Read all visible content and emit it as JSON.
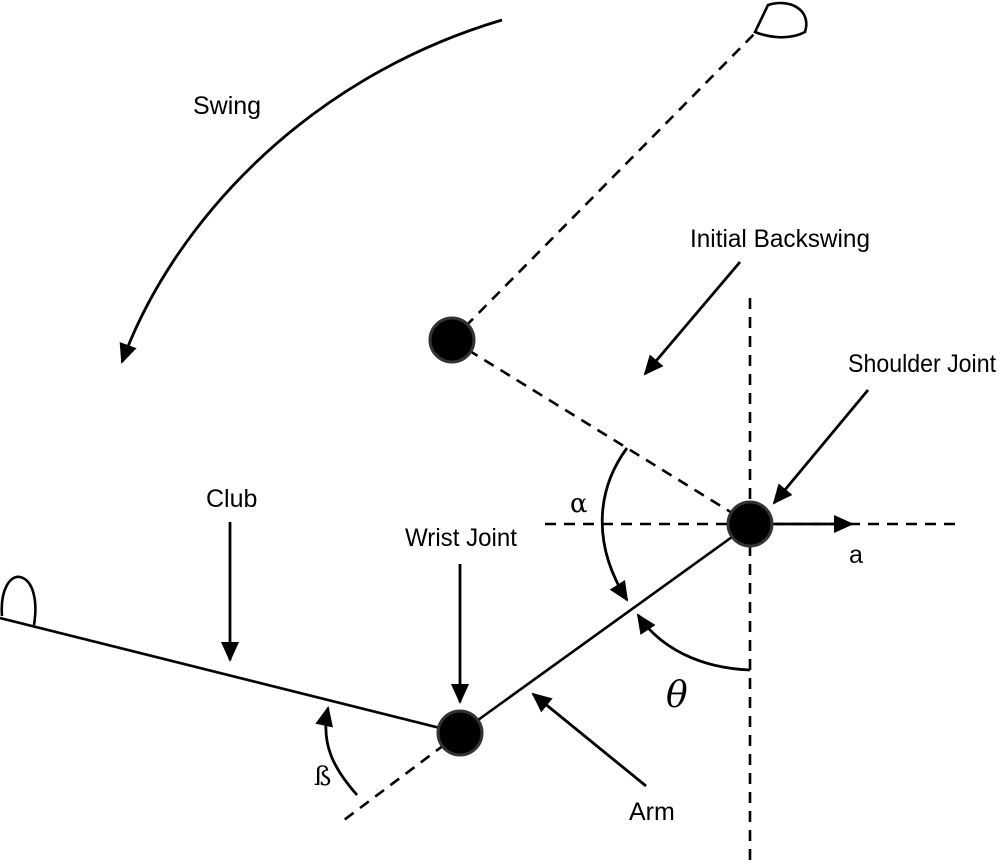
{
  "labels": {
    "swing": "Swing",
    "initial_backswing": "Initial Backswing",
    "shoulder_joint": "Shoulder Joint",
    "club": "Club",
    "wrist_joint": "Wrist Joint",
    "arm": "Arm",
    "alpha": "α",
    "beta": "ß",
    "theta": "θ",
    "a": "a"
  }
}
